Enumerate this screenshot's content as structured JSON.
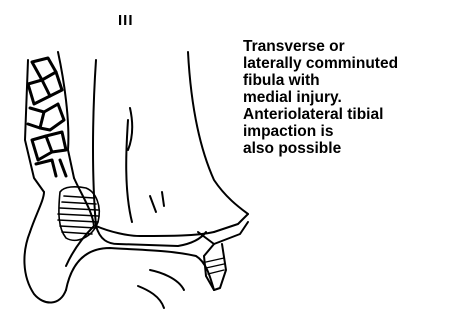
{
  "diagram": {
    "classification_label": "III",
    "caption_lines": [
      "Transverse or",
      "laterally comminuted",
      "fibula with",
      "medial injury.",
      "Anteriolateral tibial",
      "impaction is",
      "also possible"
    ],
    "colors": {
      "ink": "#000000",
      "paper": "#ffffff"
    }
  }
}
